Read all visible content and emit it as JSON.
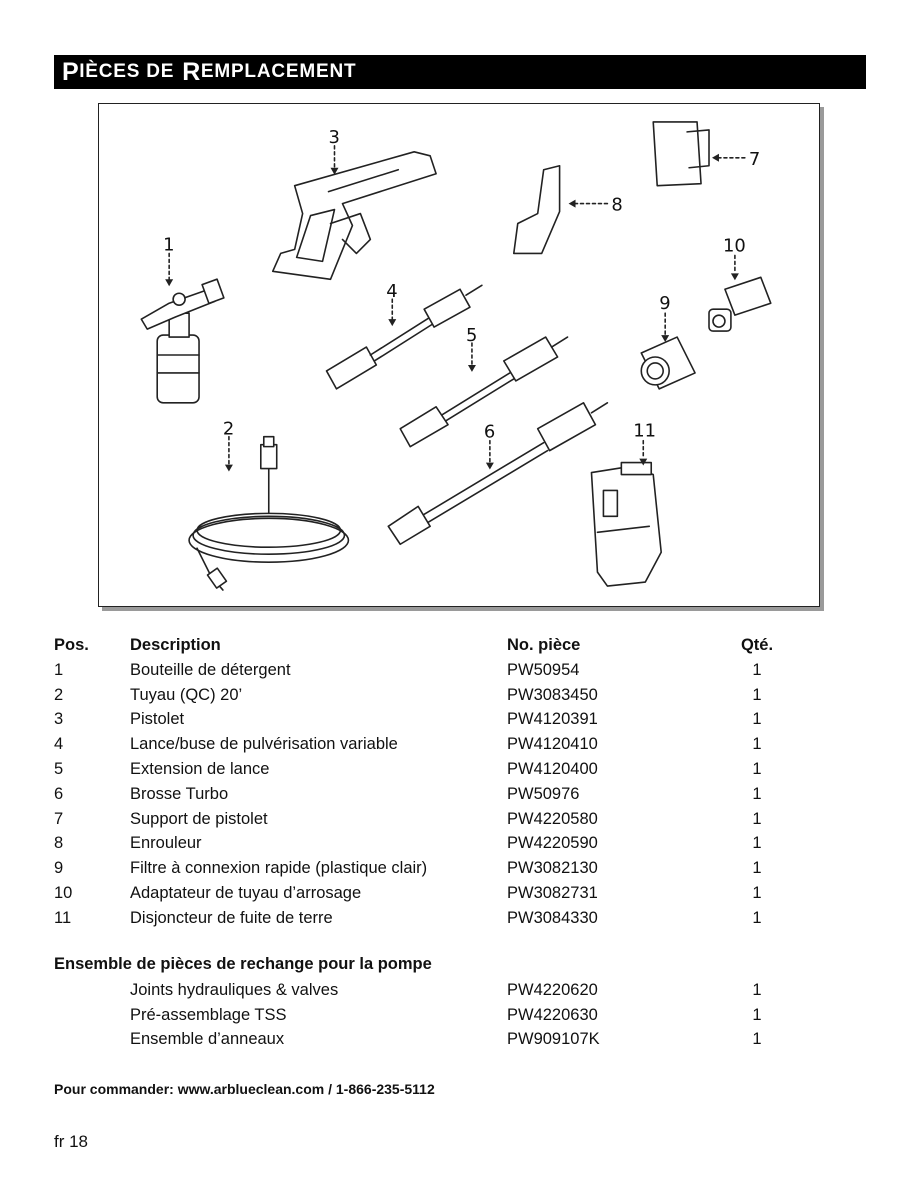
{
  "header": {
    "title_part1_big": "P",
    "title_part1_small": "IÈCES DE",
    "title_part2_big": "R",
    "title_part2_small": "EMPLACEMENT"
  },
  "figure": {
    "callouts": [
      "1",
      "2",
      "3",
      "4",
      "5",
      "6",
      "7",
      "8",
      "9",
      "10",
      "11"
    ]
  },
  "parts_table": {
    "headers": {
      "pos": "Pos.",
      "description": "Description",
      "part_no": "No. pièce",
      "qty": "Qté."
    },
    "rows": [
      {
        "pos": "1",
        "description": "Bouteille de détergent",
        "part_no": "PW50954",
        "qty": "1"
      },
      {
        "pos": "2",
        "description": "Tuyau (QC) 20’",
        "part_no": "PW3083450",
        "qty": "1"
      },
      {
        "pos": "3",
        "description": "Pistolet",
        "part_no": "PW4120391",
        "qty": "1"
      },
      {
        "pos": "4",
        "description": "Lance/buse de pulvérisation variable",
        "part_no": "PW4120410",
        "qty": "1"
      },
      {
        "pos": "5",
        "description": "Extension de lance",
        "part_no": "PW4120400",
        "qty": "1"
      },
      {
        "pos": "6",
        "description": "Brosse Turbo",
        "part_no": "PW50976",
        "qty": "1"
      },
      {
        "pos": "7",
        "description": "Support de pistolet",
        "part_no": "PW4220580",
        "qty": "1"
      },
      {
        "pos": "8",
        "description": "Enrouleur",
        "part_no": "PW4220590",
        "qty": "1"
      },
      {
        "pos": "9",
        "description": "Filtre à connexion rapide (plastique clair)",
        "part_no": "PW3082130",
        "qty": "1"
      },
      {
        "pos": "10",
        "description": "Adaptateur de tuyau d’arrosage",
        "part_no": "PW3082731",
        "qty": "1"
      },
      {
        "pos": "11",
        "description": "Disjoncteur de fuite de terre",
        "part_no": "PW3084330",
        "qty": "1"
      }
    ]
  },
  "pump_kit": {
    "title": "Ensemble de pièces de rechange pour la pompe",
    "rows": [
      {
        "description": "Joints hydrauliques & valves",
        "part_no": "PW4220620",
        "qty": "1"
      },
      {
        "description": "Pré-assemblage TSS",
        "part_no": "PW4220630",
        "qty": "1"
      },
      {
        "description": "Ensemble d’anneaux",
        "part_no": "PW909107K",
        "qty": "1"
      }
    ]
  },
  "footer": {
    "order_text": "Pour commander:  www.arblueclean.com  / 1-866-235-5112",
    "page_number": "fr 18"
  }
}
